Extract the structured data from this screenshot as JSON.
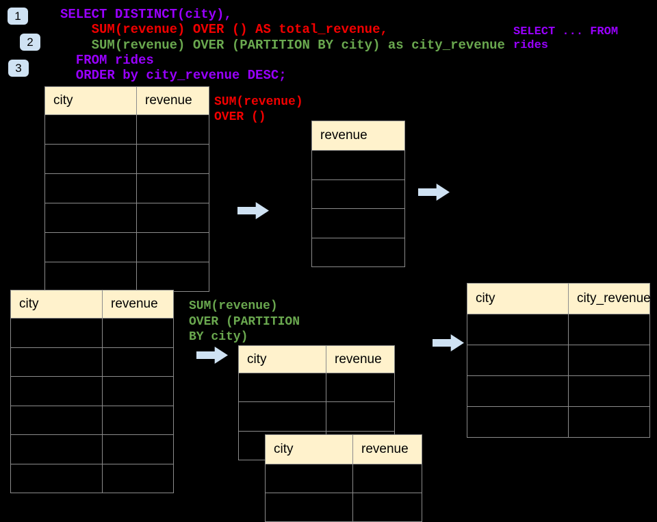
{
  "colors": {
    "background": "#000000",
    "purple": "#9900ff",
    "red": "#f30000",
    "green": "#6aa84f",
    "header_fill": "#fff2cc",
    "table_border": "#8c8c8c",
    "badge_fill": "#cfe2f3",
    "arrow_fill": "#cfe2f3"
  },
  "badges": [
    {
      "label": "1"
    },
    {
      "label": "2"
    },
    {
      "label": "3"
    }
  ],
  "code_blocks": {
    "main_query": {
      "lines": [
        {
          "text": "SELECT DISTINCT(city),",
          "color": "purple"
        },
        {
          "text": "    SUM(revenue) OVER () AS total_revenue,",
          "color": "red"
        },
        {
          "text": "    SUM(revenue) OVER (PARTITION BY city) as city_revenue",
          "color": "green"
        },
        {
          "text": "  FROM rides",
          "color": "purple"
        },
        {
          "text": "  ORDER by city_revenue DESC;",
          "color": "purple"
        }
      ]
    },
    "side_note": {
      "lines": [
        {
          "text": "SELECT ... FROM",
          "color": "purple"
        },
        {
          "text": "rides",
          "color": "purple"
        }
      ]
    },
    "window_total": {
      "lines": [
        {
          "text": "SUM(revenue)",
          "color": "red"
        },
        {
          "text": "OVER ()",
          "color": "red"
        }
      ]
    },
    "window_partition": {
      "lines": [
        {
          "text": "SUM(revenue)",
          "color": "green"
        },
        {
          "text": "OVER (PARTITION",
          "color": "green"
        },
        {
          "text": "BY city)",
          "color": "green"
        }
      ]
    }
  },
  "tables": {
    "source_top": {
      "headers": [
        "city",
        "revenue"
      ],
      "rows": 6
    },
    "total_revenue_result": {
      "headers": [
        "revenue"
      ],
      "rows": 4
    },
    "source_bottom": {
      "headers": [
        "city",
        "revenue"
      ],
      "rows": 6
    },
    "partition_result": {
      "headers": [
        "city",
        "revenue"
      ],
      "rows": 3
    },
    "partition_result_overlay": {
      "headers": [
        "city",
        "revenue"
      ],
      "rows": 2
    },
    "final_result": {
      "headers": [
        "city",
        "city_revenue"
      ],
      "rows": 4
    }
  },
  "icons": {
    "arrow": "right-arrow"
  }
}
